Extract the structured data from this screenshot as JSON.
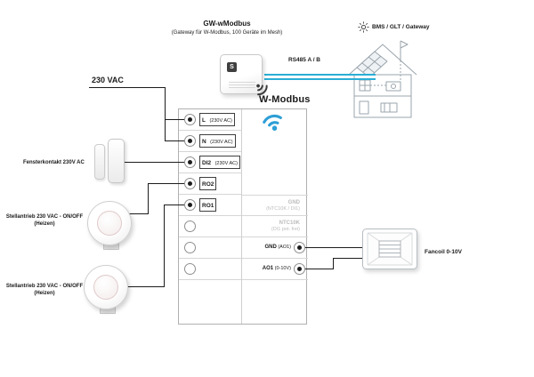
{
  "header": {
    "title": "GW-wModbus",
    "subtitle": "(Gateway für W-Modbus, 100 Geräte im Mesh)"
  },
  "gateway": {
    "logo_letter": "S"
  },
  "bus": {
    "rs485_label": "RS485 A / B",
    "rs485_color": "#2aaed6"
  },
  "bms": {
    "label": "BMS / GLT / Gateway"
  },
  "power": {
    "label": "230 VAC"
  },
  "wmodbus": {
    "label": "W-Modbus",
    "wifi_color": "#2e9fd6"
  },
  "terminals": {
    "left": [
      {
        "label": "L",
        "detail": "(230V AC)"
      },
      {
        "label": "N",
        "detail": "(230V AC)"
      },
      {
        "label": "DI2",
        "detail": "(230V AC)"
      },
      {
        "label": "RO2",
        "detail": ""
      },
      {
        "label": "RO1",
        "detail": ""
      }
    ],
    "right": [
      {
        "label": "GND",
        "detail": "(NTC10K / DI1)",
        "muted": true
      },
      {
        "label": "NTC10K",
        "detail": "(DI1 pot. frei)",
        "muted": true
      },
      {
        "label": "GND",
        "detail": "(AO1)",
        "muted": false
      },
      {
        "label": "AO1",
        "detail": "(0-10V)",
        "muted": false
      }
    ]
  },
  "devices": {
    "window_contact": {
      "label": "Fensterkontakt 230V AC"
    },
    "actuator_1": {
      "label": "Stellantrieb 230 VAC - ON/OFF",
      "sublabel": "(Heizen)"
    },
    "actuator_2": {
      "label": "Stellantrieb 230 VAC - ON/OFF",
      "sublabel": "(Heizen)"
    },
    "fancoil": {
      "label": "Fancoil 0-10V"
    }
  }
}
